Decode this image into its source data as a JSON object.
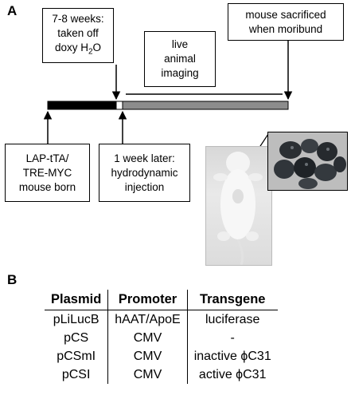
{
  "panel_a": {
    "label": "A",
    "box_weeks": {
      "line1": "7-8 weeks:",
      "line2": "taken off",
      "line3_prefix": "doxy H",
      "line3_sub": "2",
      "line3_suffix": "O"
    },
    "box_live": {
      "line1": "live",
      "line2": "animal",
      "line3": "imaging"
    },
    "box_sacrificed": {
      "line1": "mouse sacrificed",
      "line2": "when moribund"
    },
    "box_born": {
      "line1": "LAP-tTA/",
      "line2": "TRE-MYC",
      "line3": "mouse born"
    },
    "box_injection": {
      "line1": "1 week later:",
      "line2": "hydrodynamic",
      "line3": "injection"
    },
    "timeline_colors": {
      "pre": "#000000",
      "gap": "#ffffff",
      "post": "#8c8c8c"
    }
  },
  "panel_b": {
    "label": "B",
    "table": {
      "headers": [
        "Plasmid",
        "Promoter",
        "Transgene"
      ],
      "rows": [
        [
          "pLiLucB",
          "hAAT/ApoE",
          "luciferase"
        ],
        [
          "pCS",
          "CMV",
          "-"
        ],
        [
          "pCSmI",
          "CMV",
          "inactive ϕC31"
        ],
        [
          "pCSI",
          "CMV",
          "active ϕC31"
        ]
      ]
    }
  }
}
